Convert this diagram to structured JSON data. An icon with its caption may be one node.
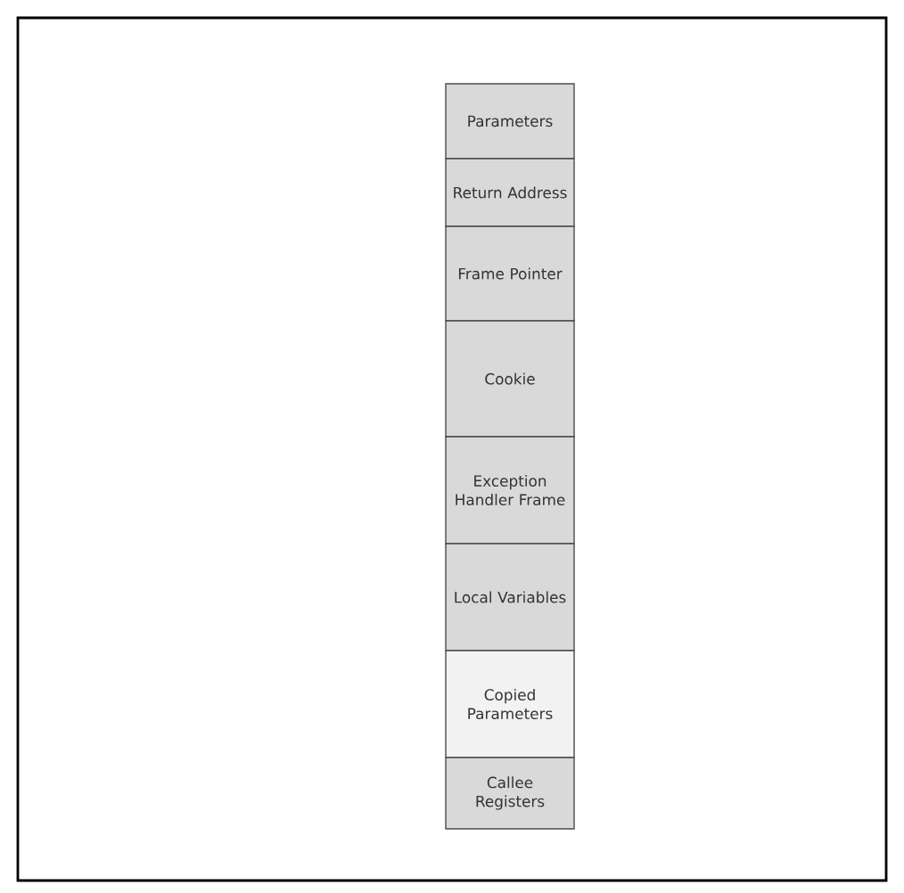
{
  "diagram": {
    "nodes": [
      {
        "text": [
          "Parameters"
        ]
      },
      {
        "text": [
          "Return Address"
        ]
      },
      {
        "text": [
          "Frame Pointer"
        ]
      },
      {
        "text": [
          "Cookie"
        ]
      },
      {
        "text": [
          "Exception Handler Frame"
        ]
      },
      {
        "text": [
          "Local Variables"
        ]
      },
      {
        "text": [
          "Copied Parameters"
        ]
      },
      {
        "text": [
          "Callee Registers"
        ]
      }
    ]
  }
}
